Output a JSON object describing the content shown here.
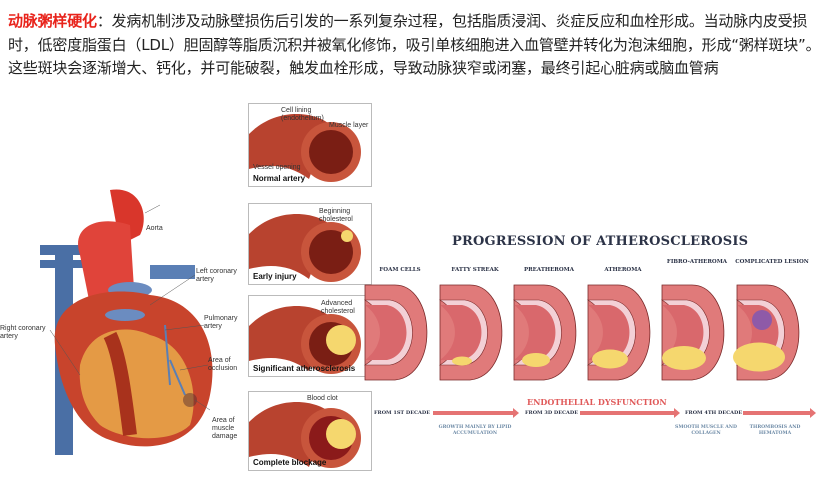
{
  "paragraph": {
    "highlight": "动脉粥样硬化",
    "body": "：发病机制涉及动脉壁损伤后引发的一系列复杂过程，包括脂质浸润、炎症反应和血栓形成。当动脉内皮受损时，低密度脂蛋白（LDL）胆固醇等脂质沉积并被氧化修饰，吸引单核细胞进入血管壁并转化为泡沫细胞，形成“粥样斑块”。这些斑块会逐渐增大、钙化，并可能破裂，触发血栓形成，导致动脉狭窄或闭塞，最终引起心脏病或脑血管病"
  },
  "heart_figure": {
    "labels": {
      "aorta": "Aorta",
      "left_coronary": "Left coronary artery",
      "pulmonary": "Pulmonary artery",
      "right_coronary": "Right coronary artery",
      "occlusion": "Area of occlusion",
      "muscle_damage": "Area of muscle damage"
    }
  },
  "artery_panels": [
    {
      "title": "Normal artery",
      "labels": [
        "Cell lining (endothelium)",
        "Muscle layer",
        "Vessel opening"
      ]
    },
    {
      "title": "Early injury",
      "labels": [
        "Beginning cholesterol"
      ]
    },
    {
      "title": "Significant atherosclerosis",
      "labels": [
        "Advanced cholesterol"
      ]
    },
    {
      "title": "Complete blockage",
      "labels": [
        "Blood clot"
      ]
    }
  ],
  "progression": {
    "title": "PROGRESSION OF ATHEROSCLEROSIS",
    "stages": [
      "FOAM CELLS",
      "FATTY STREAK",
      "PREATHEROMA",
      "ATHEROMA",
      "FIBRO-ATHEROMA",
      "COMPLICATED LESION"
    ],
    "banner": "ENDOTHELIAL DYSFUNCTION",
    "timeline": [
      "FROM 1ST DECADE",
      "FROM 3D DECADE",
      "FROM 4TH DECADE"
    ],
    "notes": [
      "GROWTH MAINLY BY LIPID ACCUMULATION",
      "SMOOTH MUSCLE AND COLLAGEN",
      "THROMBOSIS AND HEMATOMA"
    ]
  },
  "colors": {
    "highlight": "#e8231b",
    "artery": "#c0392b",
    "plaque": "#f5d76e",
    "navy": "#2c3347"
  }
}
